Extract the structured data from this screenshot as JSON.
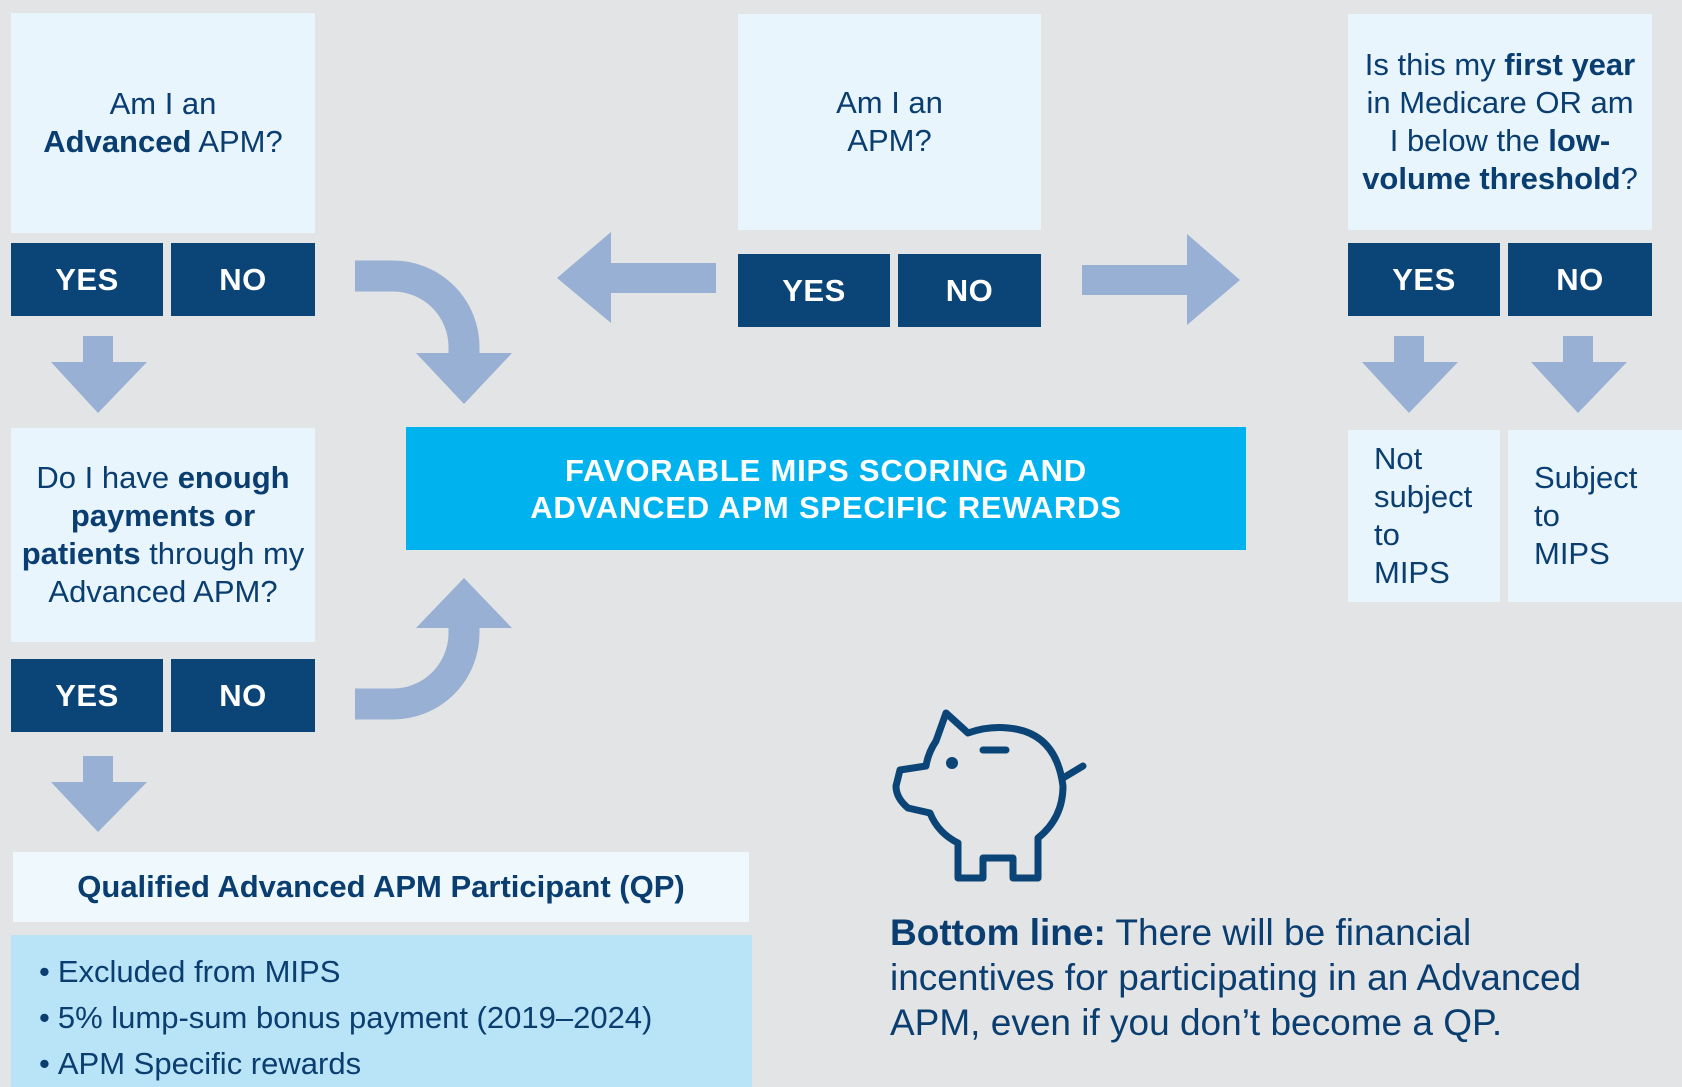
{
  "colors": {
    "background": "#e3e4e5",
    "question_box": "#e8f5fc",
    "button": "#0b4476",
    "arrow": "#98b0d3",
    "banner": "#00b3ef",
    "qp_list_bg": "#b9e3f6",
    "text_dark": "#0a3d70"
  },
  "q_advanced": {
    "line1": "Am I an",
    "bold": "Advanced",
    "rest": " APM?",
    "yes": "YES",
    "no": "NO"
  },
  "q_apm": {
    "line1": "Am I an",
    "line2": "APM?",
    "yes": "YES",
    "no": "NO"
  },
  "q_first_year": {
    "t1": "Is this my ",
    "b1": "first year",
    "t2": " in Medicare OR am I below the ",
    "b2": "low-volume threshold",
    "t3": "?",
    "yes": "YES",
    "no": "NO"
  },
  "q_enough": {
    "t1": "Do I have ",
    "b1": "enough payments or patients",
    "t2": " through my Advanced APM?",
    "yes": "YES",
    "no": "NO"
  },
  "banner": {
    "line1": "FAVORABLE MIPS SCORING AND",
    "line2": "ADVANCED APM SPECIFIC REWARDS"
  },
  "outcomes": {
    "not_subject": [
      "Not",
      "subject",
      "to",
      "MIPS"
    ],
    "subject": [
      "Subject",
      "to",
      "MIPS"
    ]
  },
  "qp": {
    "title": "Qualified Advanced APM Participant (QP)",
    "items": [
      "Excluded from MIPS",
      "5% lump-sum bonus payment (2019–2024)",
      "APM Specific rewards"
    ]
  },
  "bottom_line": {
    "label": "Bottom line:",
    "text": " There will be financial incentives for participating in an Advanced APM, even if you don’t become a QP."
  },
  "icons": [
    "piggy-bank-icon",
    "arrow-down-icon",
    "arrow-left-icon",
    "arrow-right-icon",
    "curved-arrow-icon"
  ]
}
